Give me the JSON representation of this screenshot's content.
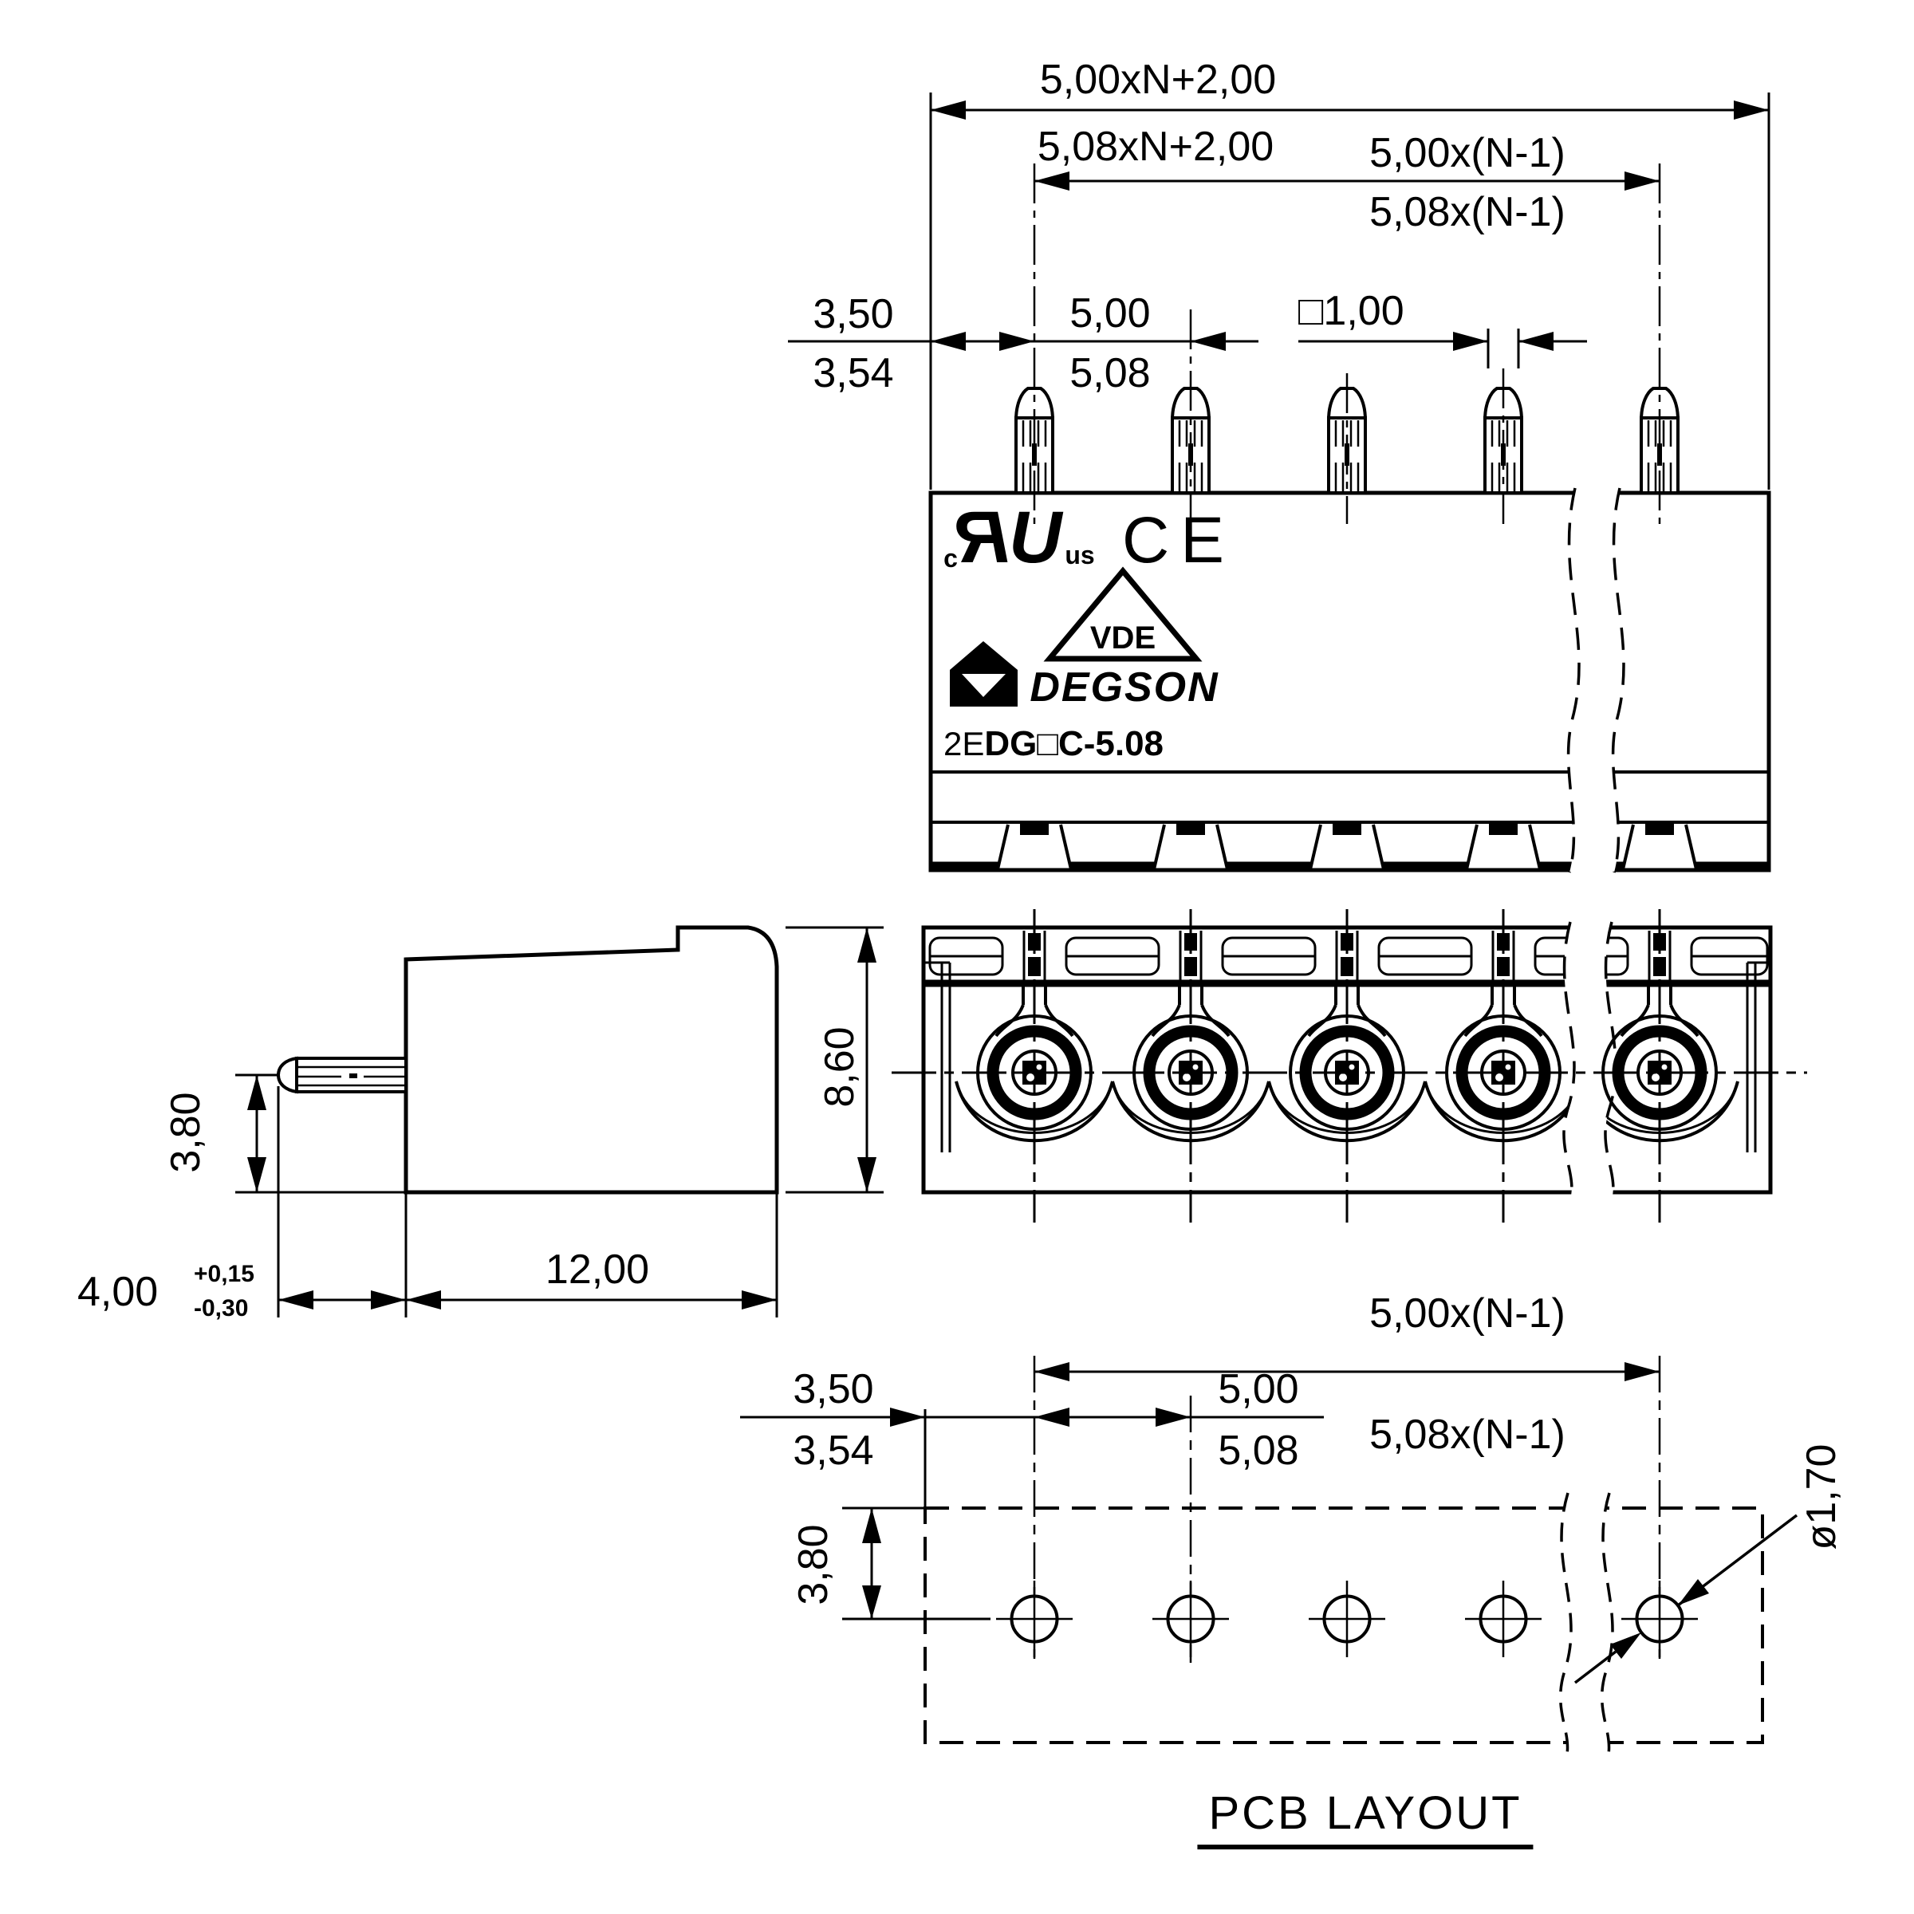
{
  "drawing": {
    "front_view": {
      "dim_overall_metric": "5,00xN+2,00",
      "dim_overall_inch": "5,08xN+2,00",
      "dim_span_metric": "5,00x(N-1)",
      "dim_span_inch": "5,08x(N-1)",
      "dim_edge_metric": "3,50",
      "dim_edge_inch": "3,54",
      "dim_pitch_metric": "5,00",
      "dim_pitch_inch": "5,08",
      "dim_pin_square": "□1,00",
      "marks": {
        "ul_c": "c",
        "ul_r": "R",
        "ul_u": "U",
        "ul_us": "us",
        "ce": "CE",
        "vde": "VDE",
        "brand": "DEGSON",
        "part_prefix": "2E",
        "part_main": "DG□C-5.08"
      }
    },
    "side_view": {
      "dim_pin_offset": "3,80",
      "dim_pin_length": "4,00",
      "dim_pin_length_tol_plus": "+0,15",
      "dim_pin_length_tol_minus": "-0,30",
      "dim_body_length": "12,00",
      "dim_body_height": "8,60"
    },
    "pcb_layout": {
      "dim_span_metric": "5,00x(N-1)",
      "dim_span_inch": "5,08x(N-1)",
      "dim_edge_metric": "3,50",
      "dim_edge_inch": "3,54",
      "dim_pitch_metric": "5,00",
      "dim_pitch_inch": "5,08",
      "dim_row_offset": "3,80",
      "dim_hole_diameter": "ø1,70",
      "caption": "PCB LAYOUT"
    },
    "colors": {
      "line": "#000000",
      "background": "#ffffff"
    }
  }
}
